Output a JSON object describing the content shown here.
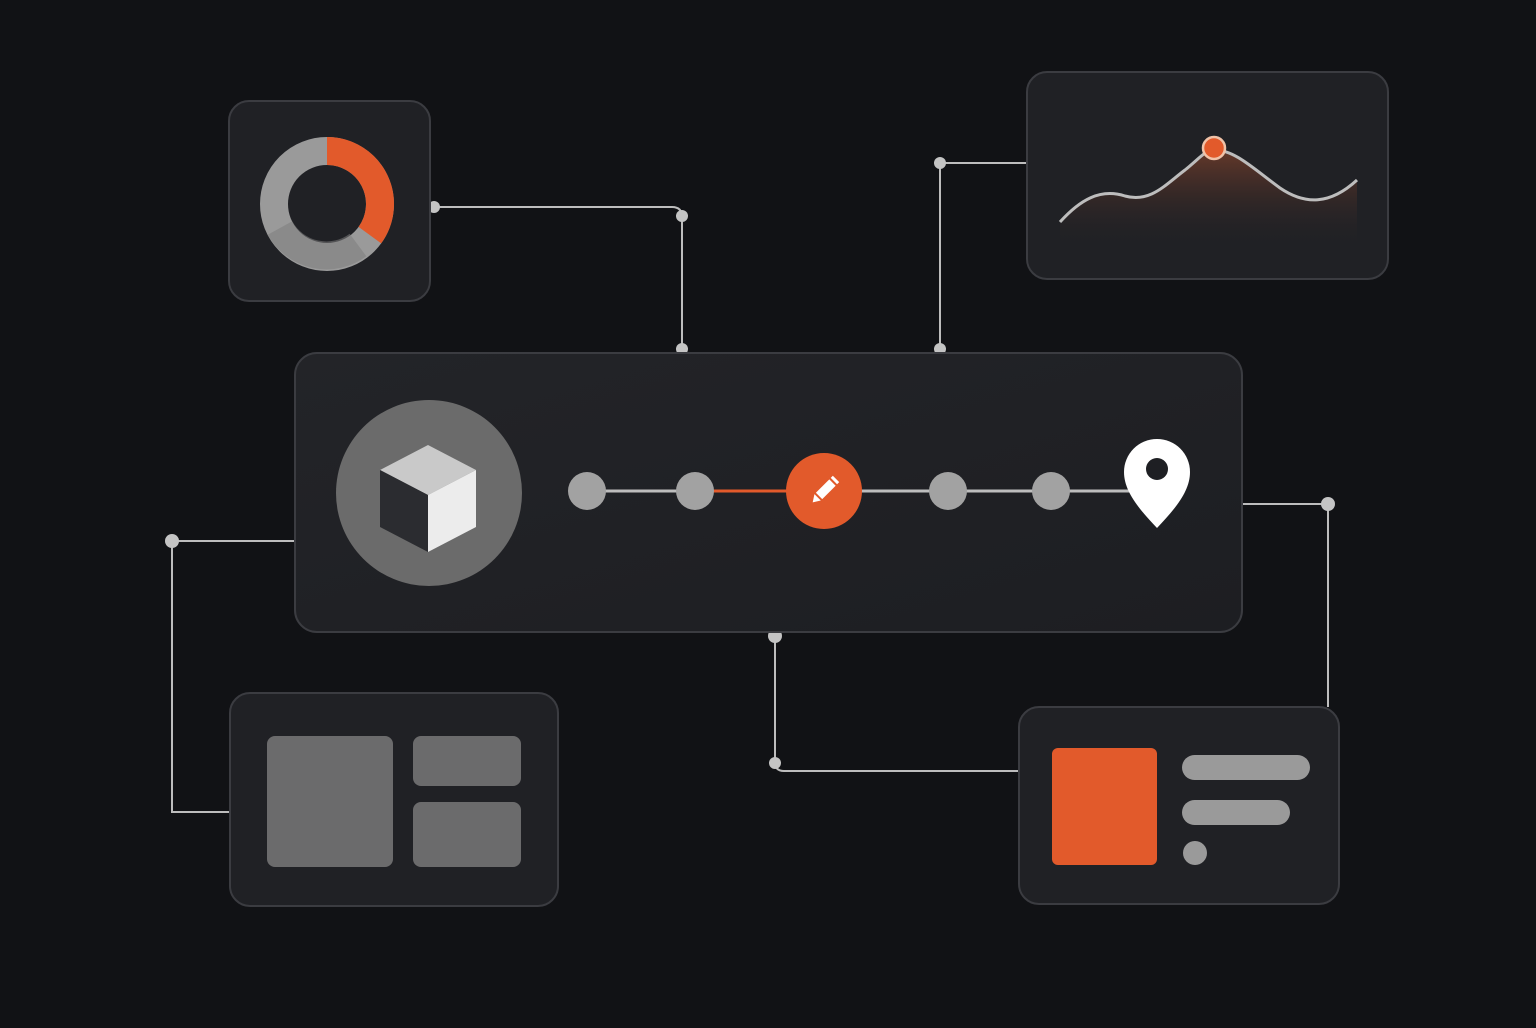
{
  "theme": {
    "background": "#111215",
    "card_fill": "#202125",
    "card_border": "#3b3c41",
    "connector": "#bdbdbd",
    "accent": "#e25a2b",
    "muted": "#9a9a9a",
    "dark_muted": "#6b6b6b",
    "white": "#ffffff"
  },
  "donut_card": {
    "icon": "donut-chart-icon",
    "accent_fraction": 0.35
  },
  "area_card": {
    "icon": "area-chart-icon",
    "highlight": "peak-point"
  },
  "main_panel": {
    "hub_icon": "cube-icon",
    "timeline": {
      "step_count": 5,
      "active_step": 3,
      "active_icon": "pencil-icon",
      "end_icon": "location-pin-icon"
    }
  },
  "layout_card": {
    "icon": "layout-grid-icon"
  },
  "content_card": {
    "icon": "content-card-icon",
    "text_lines": 2
  }
}
